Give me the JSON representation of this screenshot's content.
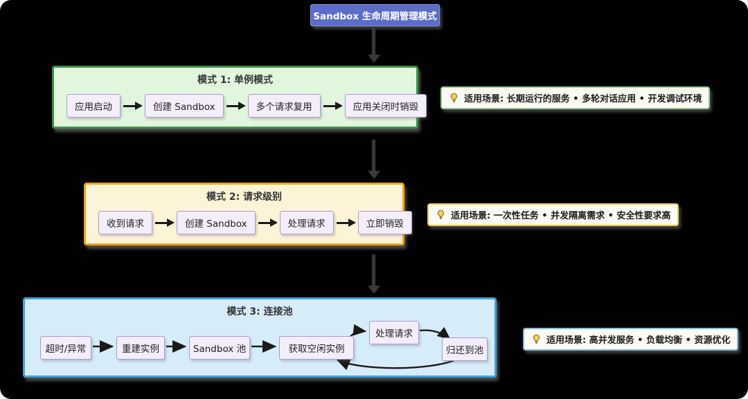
{
  "header": {
    "title": "Sandbox 生命周期管理模式",
    "bg_color": "#5b6dc7",
    "text_color": "#ffffff"
  },
  "modes": [
    {
      "title": "模式 1: 单例模式",
      "steps": [
        "应用启动",
        "创建 Sandbox",
        "多个请求复用",
        "应用关闭时销毁"
      ],
      "fill_color": "#e2f6de",
      "border_color": "#3f9144",
      "note": {
        "icon": "lightbulb-icon",
        "text": "适用场景: 长期运行的服务 • 多轮对话应用 • 开发调试环境",
        "border_color": "#8fc98e"
      }
    },
    {
      "title": "模式 2: 请求级别",
      "steps": [
        "收到请求",
        "创建 Sandbox",
        "处理请求",
        "立即销毁"
      ],
      "fill_color": "#fdf4d8",
      "border_color": "#f0a30f",
      "note": {
        "icon": "lightbulb-icon",
        "text": "适用场景: 一次性任务 • 并发隔离需求 • 安全性要求高",
        "border_color": "#e5c94f"
      }
    },
    {
      "title": "模式 3: 连接池",
      "steps": [
        "超时/异常",
        "重建实例",
        "Sandbox 池",
        "获取空闲实例"
      ],
      "loop": {
        "process": "处理请求",
        "return": "归还到池"
      },
      "fill_color": "#d7ecf9",
      "border_color": "#3fa2dc",
      "note": {
        "icon": "lightbulb-icon",
        "text": "适用场景: 高并发服务 • 负载均衡 • 资源优化",
        "border_color": "#82bedd"
      }
    }
  ],
  "node_style": {
    "fill_color": "#f3eefa",
    "border_color": "#a89bd0"
  },
  "icons": {
    "bulb_color": "#f7cf4e"
  }
}
